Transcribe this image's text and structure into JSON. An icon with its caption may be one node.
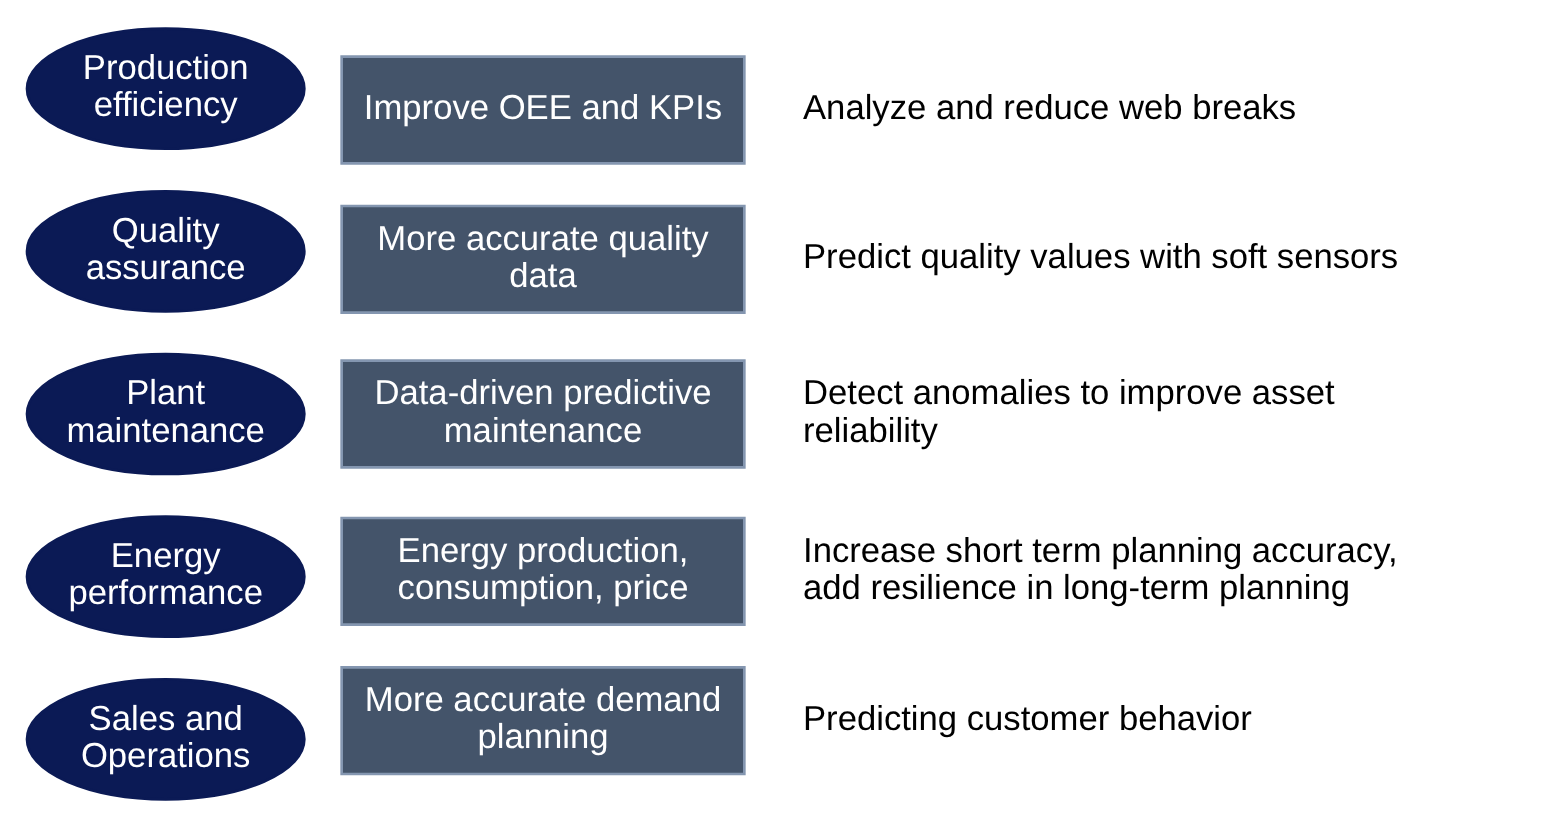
{
  "diagram": {
    "nodes": [
      {
        "text": [
          "Production efficiency"
        ]
      },
      {
        "text": [
          "Improve OEE and KPIs"
        ],
        "beside": [
          "Analyze and reduce web breaks"
        ]
      },
      {
        "text": [
          "Quality assurance"
        ]
      },
      {
        "text": [
          "More accurate quality data"
        ],
        "beside": [
          "Predict quality values with soft sensors"
        ]
      },
      {
        "text": [
          "Plant maintenance"
        ]
      },
      {
        "text": [
          "Data-driven predictive maintenance"
        ],
        "beside": [
          "Detect anomalies to improve asset reliability"
        ]
      },
      {
        "text": [
          "Energy performance"
        ]
      },
      {
        "text": [
          "Energy production, consumption, price"
        ],
        "beside": [
          "Increase short term planning accuracy, add resilience in long-term planning"
        ]
      },
      {
        "text": [
          "Sales and Operations"
        ]
      },
      {
        "text": [
          "More accurate demand planning"
        ],
        "beside": [
          "Predicting customer behavior"
        ]
      }
    ]
  }
}
